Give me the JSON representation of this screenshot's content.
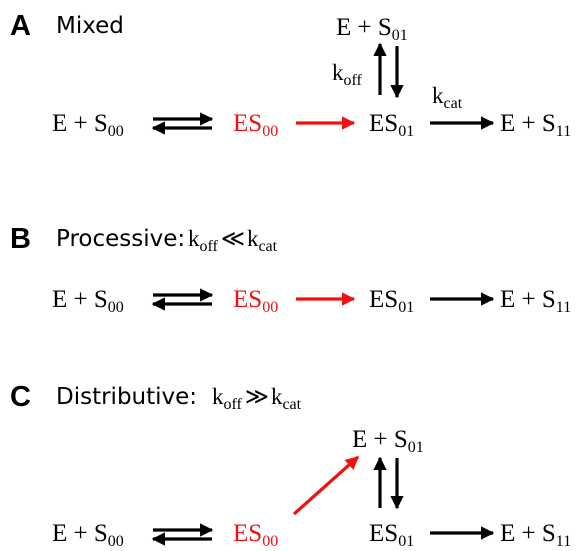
{
  "colors": {
    "black": "#000000",
    "red": "#ee1111"
  },
  "panels": [
    {
      "letter": "A",
      "title": "Mixed",
      "species": {
        "free": {
          "base": "E + S",
          "sub": "00"
        },
        "complex00": {
          "base": "ES",
          "sub": "00"
        },
        "complex01": {
          "base": "ES",
          "sub": "01"
        },
        "released": {
          "base": "E + S",
          "sub": "01"
        },
        "product": {
          "base": "E + S",
          "sub": "11"
        }
      },
      "rate_labels": {
        "koff": {
          "base": "k",
          "sub": "off"
        },
        "kcat": {
          "base": "k",
          "sub": "cat"
        }
      }
    },
    {
      "letter": "B",
      "title": "Processive:",
      "condition": {
        "k1": "k",
        "s1": "off",
        "rel": "≪",
        "k2": "k",
        "s2": "cat"
      },
      "species": {
        "free": {
          "base": "E + S",
          "sub": "00"
        },
        "complex00": {
          "base": "ES",
          "sub": "00"
        },
        "complex01": {
          "base": "ES",
          "sub": "01"
        },
        "product": {
          "base": "E + S",
          "sub": "11"
        }
      }
    },
    {
      "letter": "C",
      "title": "Distributive:",
      "condition": {
        "k1": "k",
        "s1": "off",
        "rel": "≫",
        "k2": "k",
        "s2": "cat"
      },
      "species": {
        "free": {
          "base": "E + S",
          "sub": "00"
        },
        "complex00": {
          "base": "ES",
          "sub": "00"
        },
        "released": {
          "base": "E + S",
          "sub": "01"
        },
        "complex01": {
          "base": "ES",
          "sub": "01"
        },
        "product": {
          "base": "E + S",
          "sub": "11"
        }
      }
    }
  ]
}
